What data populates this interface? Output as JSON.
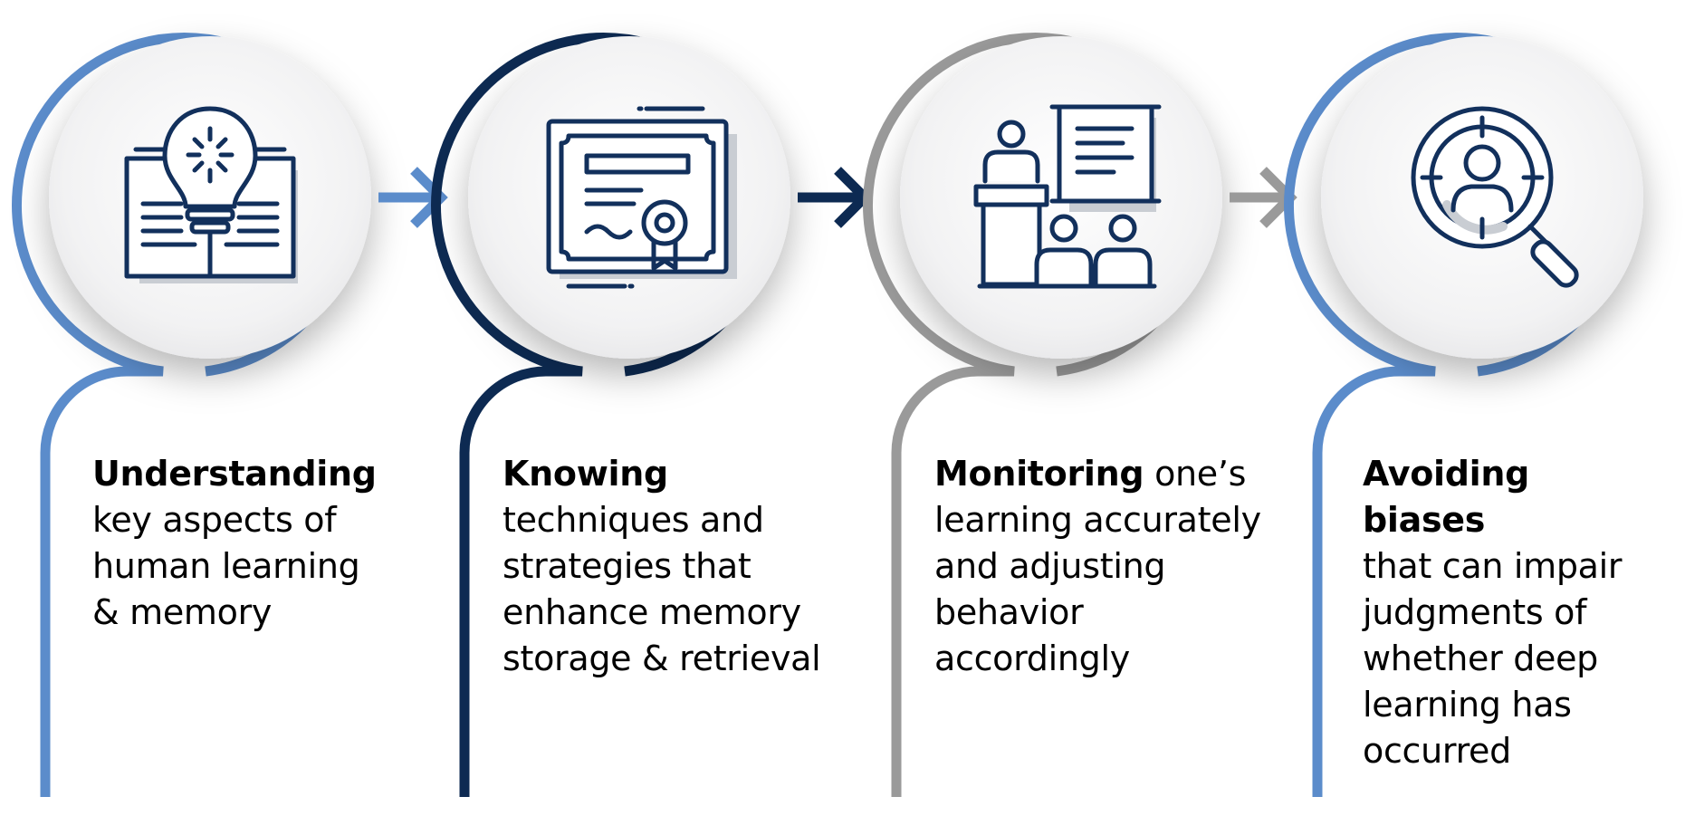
{
  "steps": [
    {
      "heading": "Understanding",
      "body": "key aspects of human learning & memory",
      "color": "#5b8ccb",
      "icon": "book-lightbulb-icon"
    },
    {
      "heading": "Knowing",
      "body": "techniques and strategies that enhance memory storage & retrieval",
      "color": "#0d2a52",
      "icon": "certificate-icon"
    },
    {
      "heading": "Monitoring",
      "body": "one’s learning accurately and adjusting behavior accordingly",
      "color": "#9a9a9a",
      "icon": "presentation-audience-icon"
    },
    {
      "heading": "Avoiding biases",
      "body": "that can impair judgments of whether deep learning has occurred",
      "color": "#5b8ccb",
      "icon": "magnifier-person-icon"
    }
  ],
  "colors": {
    "icon_stroke": "#12305c",
    "icon_shadow": "#c9cdd3",
    "circle_fill": "#f4f4f5"
  }
}
